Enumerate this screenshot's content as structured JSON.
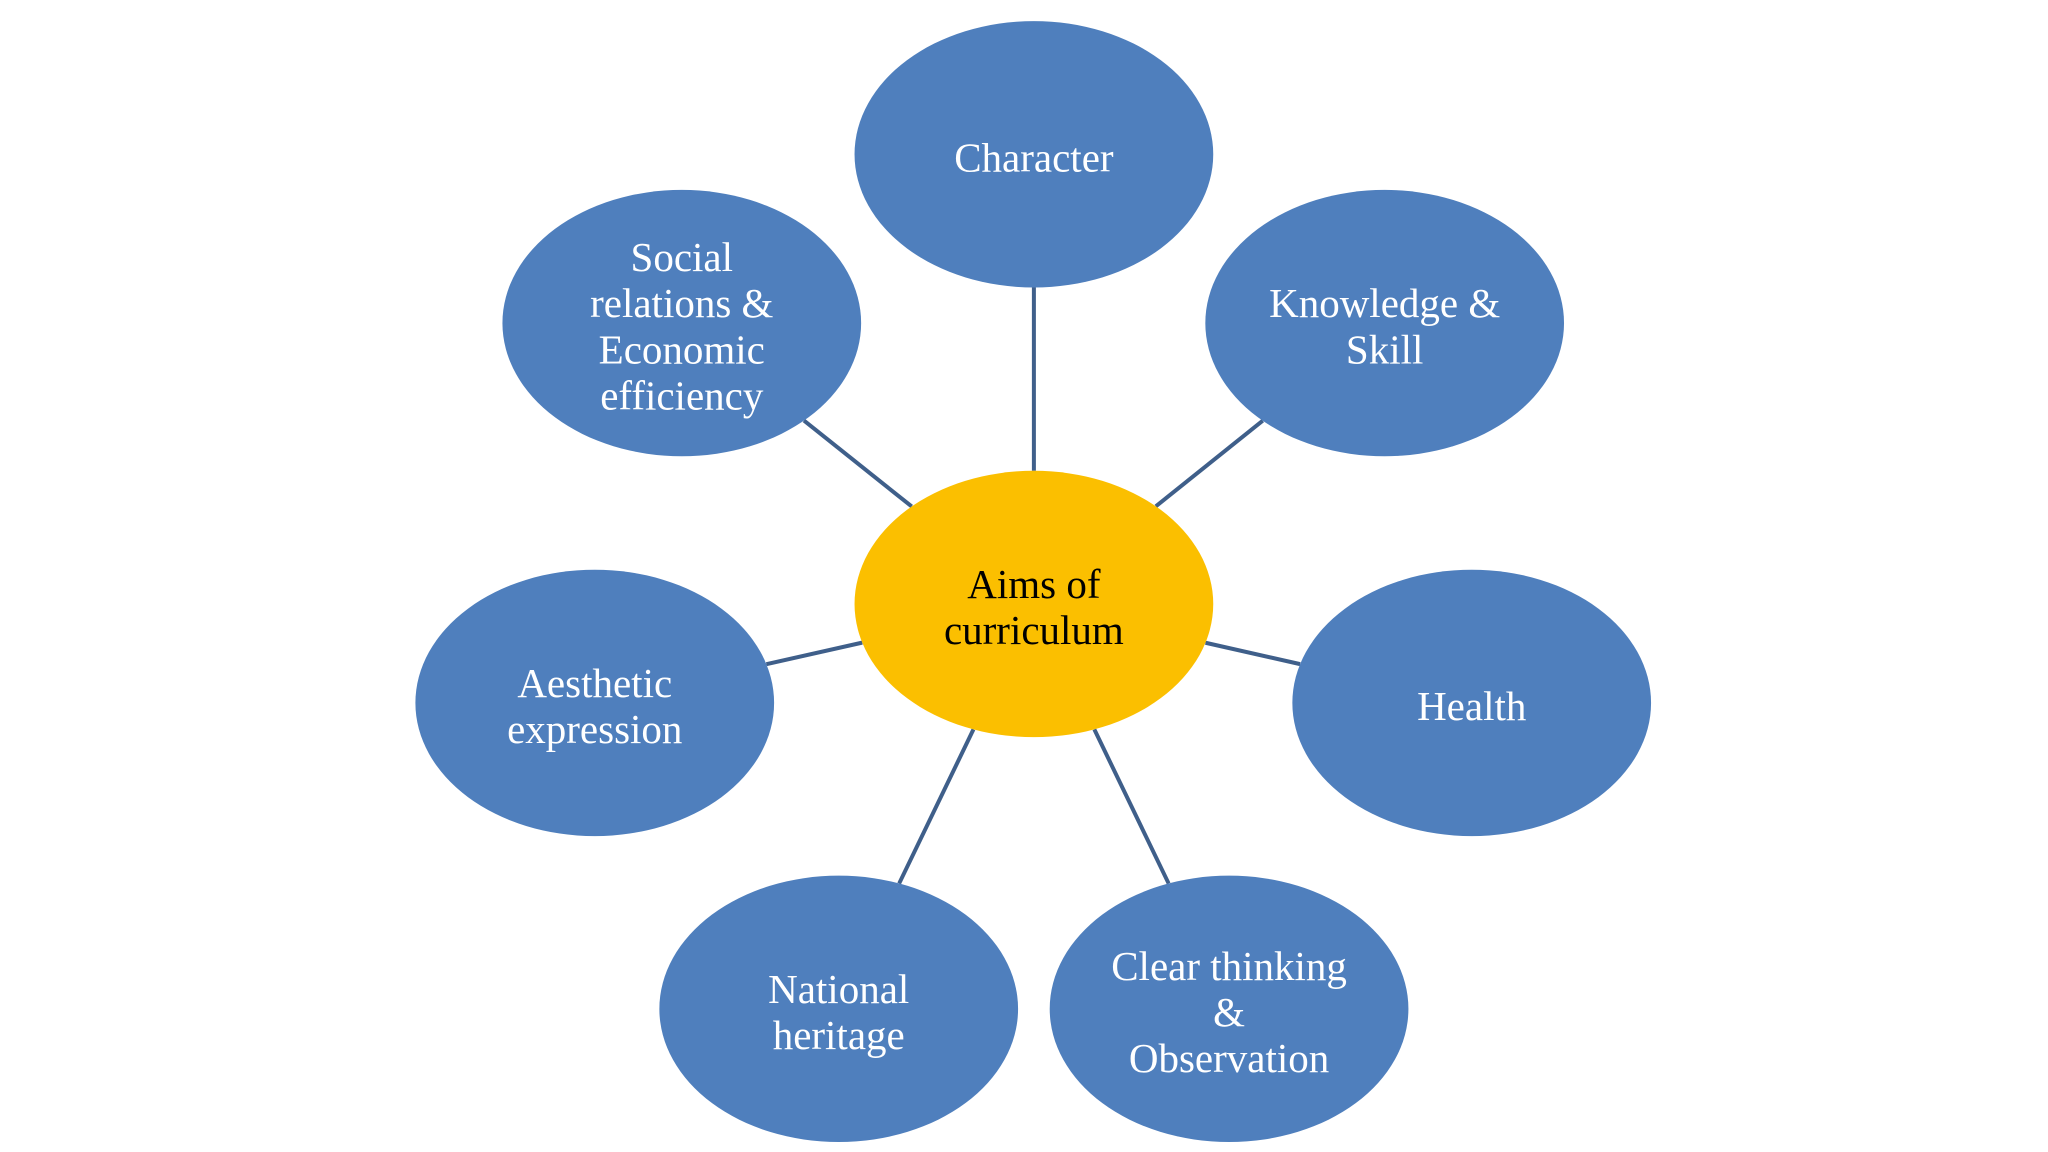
{
  "center": {
    "id": "aims-of-curriculum",
    "lines": [
      "Aims of",
      "curriculum"
    ]
  },
  "nodes": [
    {
      "id": "character",
      "lines": [
        "Character"
      ]
    },
    {
      "id": "knowledge-skill",
      "lines": [
        "Knowledge &",
        "Skill"
      ]
    },
    {
      "id": "health",
      "lines": [
        "Health"
      ]
    },
    {
      "id": "clear-thinking-observation",
      "lines": [
        "Clear thinking",
        "&",
        "Observation"
      ]
    },
    {
      "id": "national-heritage",
      "lines": [
        "National",
        "heritage"
      ]
    },
    {
      "id": "aesthetic-expression",
      "lines": [
        "Aesthetic",
        "expression"
      ]
    },
    {
      "id": "social-relations-economic-efficiency",
      "lines": [
        "Social",
        "relations &",
        "Economic",
        "efficiency"
      ]
    }
  ],
  "colors": {
    "outer_fill": "#4f7fbd",
    "center_fill": "#fbbf00",
    "outer_text": "#ffffff",
    "center_text": "#000000",
    "connector": "#3f5f8a"
  }
}
